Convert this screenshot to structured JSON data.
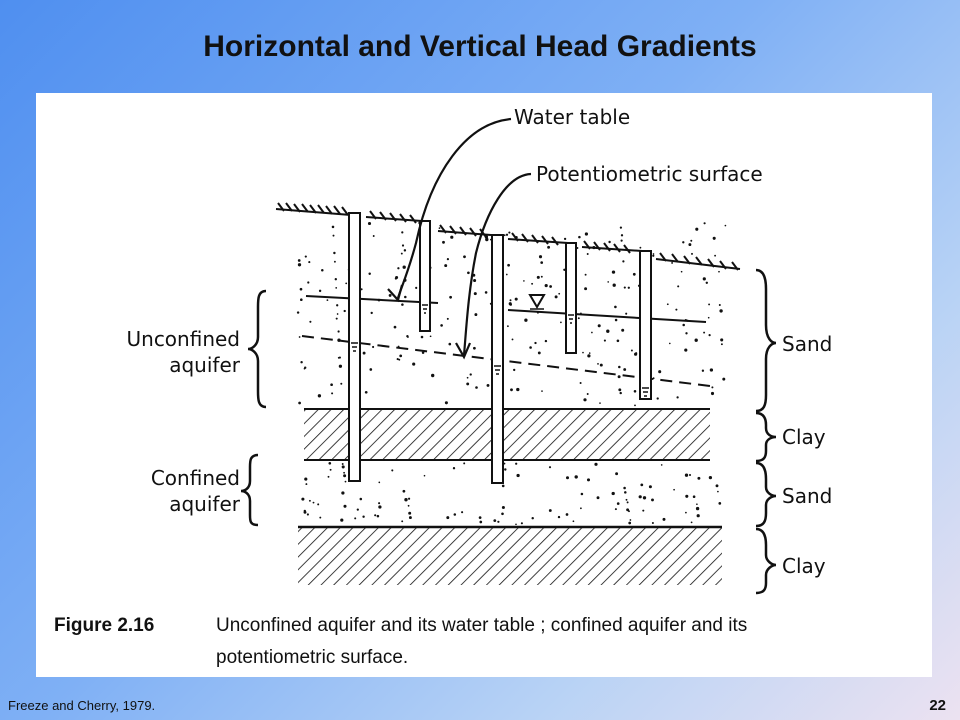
{
  "slide": {
    "title": "Horizontal and Vertical Head Gradients",
    "citation": "Freeze and Cherry, 1979.",
    "page_number": "22"
  },
  "figure": {
    "callouts": {
      "water_table": "Water table",
      "potentiometric_surface": "Potentiometric surface"
    },
    "left_labels": {
      "unconfined": [
        "Unconfined",
        "aquifer"
      ],
      "confined": [
        "Confined",
        "aquifer"
      ]
    },
    "right_labels": [
      "Sand",
      "Clay",
      "Sand",
      "Clay"
    ],
    "caption": {
      "number": "Figure 2.16",
      "line1": "Unconfined aquifer and its water table ; confined aquifer and its",
      "line2": "potentiometric surface."
    },
    "colors": {
      "ink": "#111111",
      "background": "#ffffff"
    }
  }
}
